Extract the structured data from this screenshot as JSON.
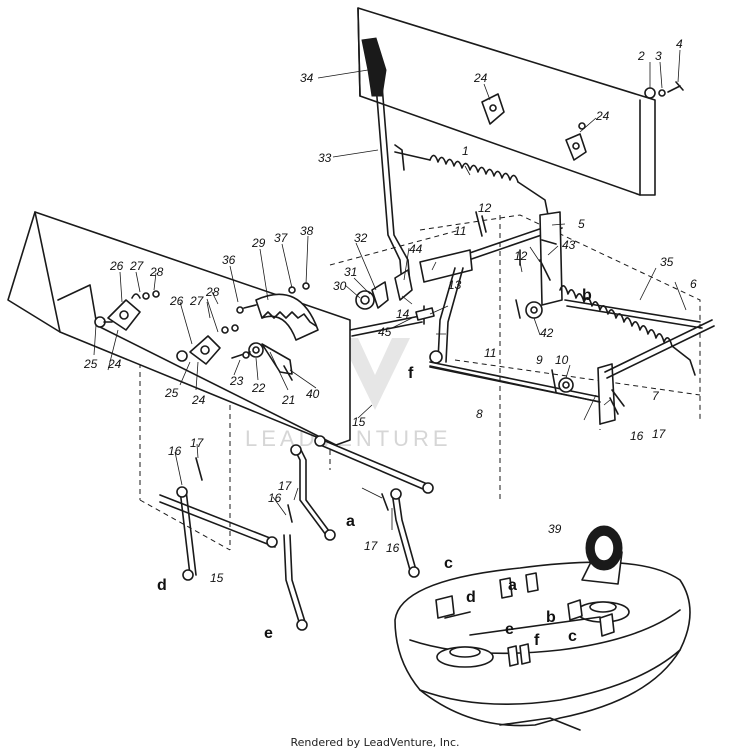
{
  "watermark": "LEADVENTURE",
  "footer": "Rendered by LeadVenture, Inc.",
  "callouts": [
    "1",
    "2",
    "3",
    "4",
    "5",
    "6",
    "7",
    "8",
    "9",
    "10",
    "11",
    "11",
    "12",
    "12",
    "13",
    "14",
    "15",
    "15",
    "16",
    "16",
    "16",
    "16",
    "17",
    "17",
    "17",
    "17",
    "21",
    "22",
    "23",
    "24",
    "24",
    "24",
    "24",
    "25",
    "25",
    "26",
    "26",
    "27",
    "27",
    "28",
    "28",
    "29",
    "30",
    "31",
    "32",
    "33",
    "34",
    "35",
    "36",
    "37",
    "38",
    "39",
    "40",
    "42",
    "43",
    "44",
    "45"
  ],
  "letters": [
    "a",
    "a",
    "b",
    "b",
    "c",
    "c",
    "d",
    "d",
    "e",
    "e",
    "f",
    "f"
  ]
}
